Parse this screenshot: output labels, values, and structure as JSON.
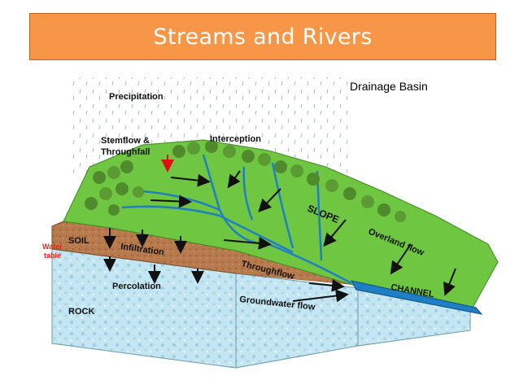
{
  "title": "Streams and Rivers",
  "subtitle": "Drainage Basin",
  "labels": {
    "precipitation": "Precipitation",
    "stemflow_line1": "Stemflow &",
    "stemflow_line2": "Throughfall",
    "interception": "Interception",
    "slope": "SLOPE",
    "overland_flow": "Overland flow",
    "soil": "SOIL",
    "water_table_line1": "Water",
    "water_table_line2": "table",
    "infiltration": "Infiltration",
    "throughflow": "Throughflow",
    "channel": "CHANNEL",
    "percolation": "Percolation",
    "groundwater_flow": "Groundwater flow",
    "rock": "ROCK"
  },
  "colors": {
    "title_bg": "#f79646",
    "title_text": "#ffffff",
    "grass": "#6cc43e",
    "soil": "#b5784a",
    "rock": "#bfe3ef",
    "river": "#1e7fc4",
    "tree": "#4f8a2c",
    "water_table_label": "#e1261c"
  },
  "icons": [
    "tree-icon",
    "raindrop-icon",
    "flow-arrow-icon"
  ]
}
